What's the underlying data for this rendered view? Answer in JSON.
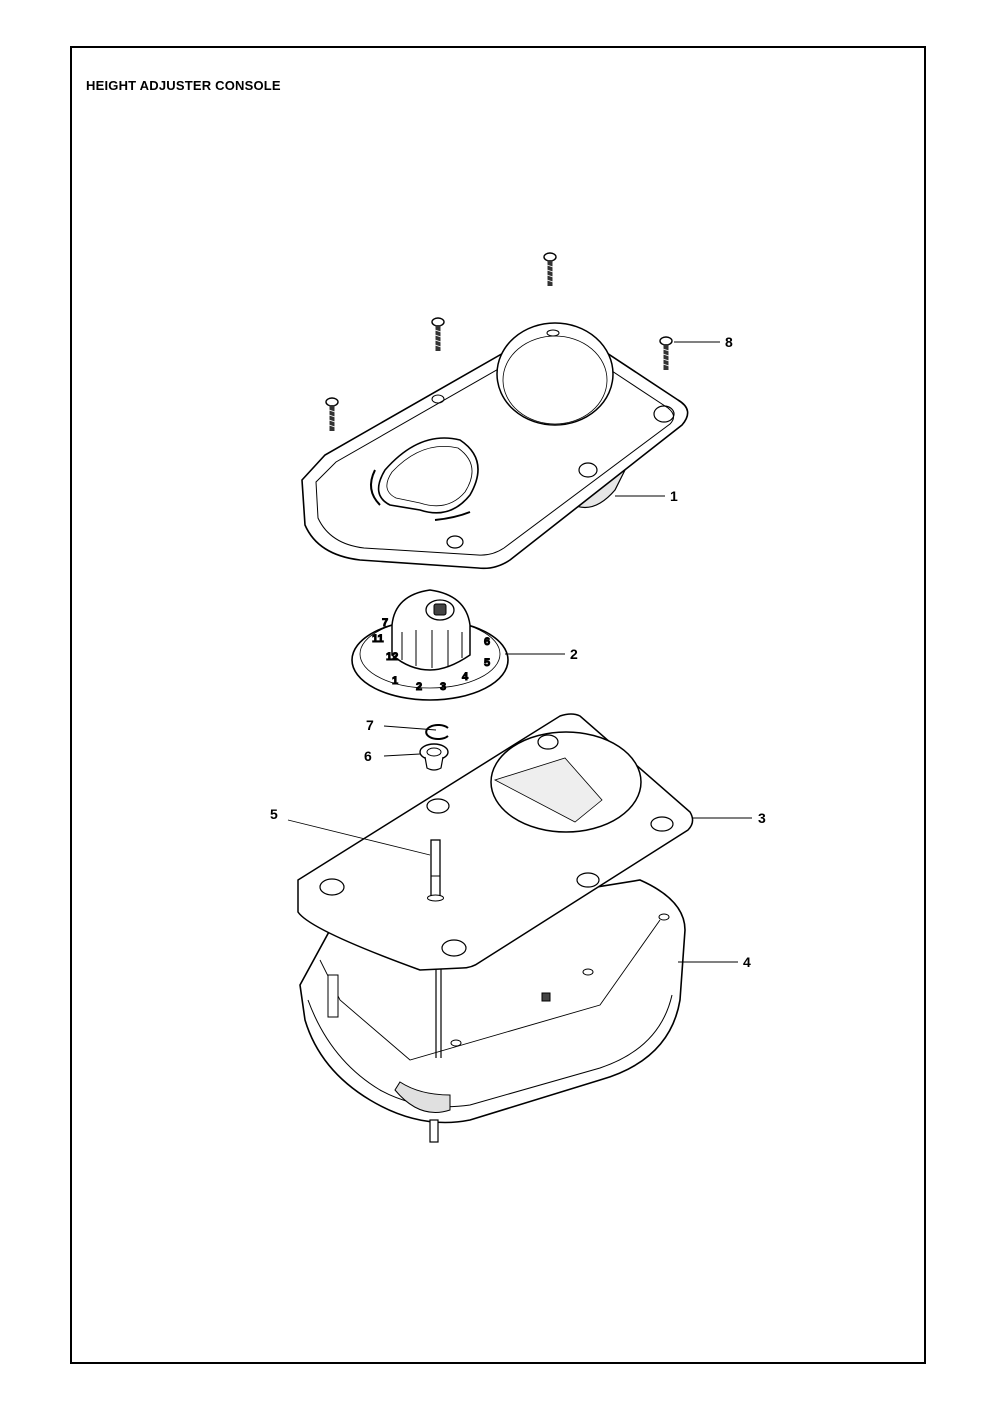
{
  "title": "HEIGHT ADJUSTER CONSOLE",
  "callouts": [
    "1",
    "2",
    "3",
    "4",
    "5",
    "6",
    "7",
    "8"
  ],
  "dial_numbers": [
    "7",
    "2",
    "3",
    "4",
    "5",
    "6",
    "11",
    "12",
    "1"
  ]
}
